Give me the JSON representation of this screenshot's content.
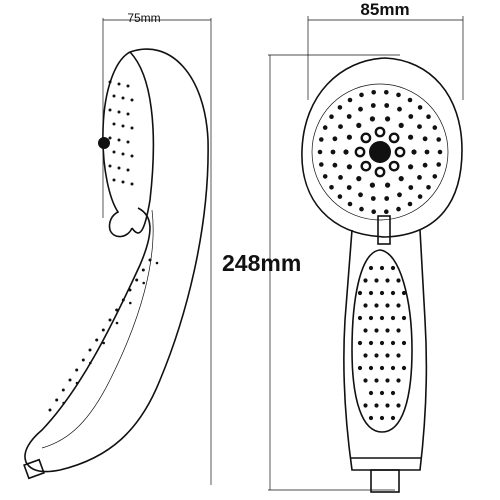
{
  "dimensions": {
    "side_depth": "75mm",
    "head_width": "85mm",
    "total_length": "248mm"
  },
  "colors": {
    "line": "#111111",
    "background": "#ffffff"
  }
}
